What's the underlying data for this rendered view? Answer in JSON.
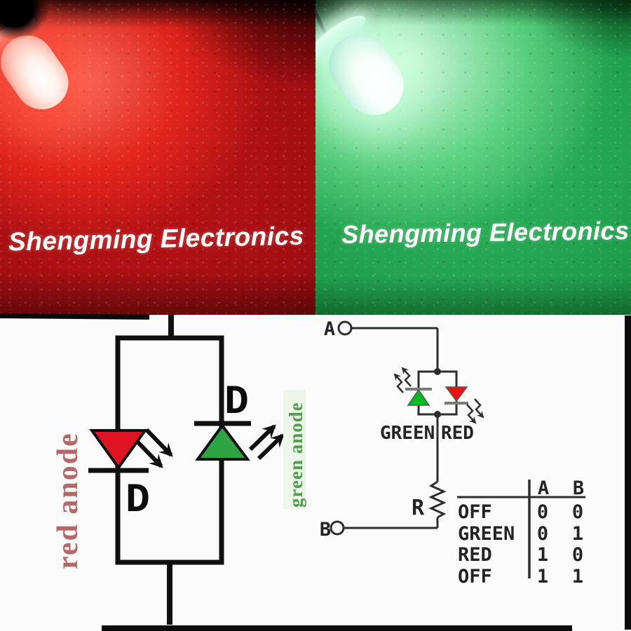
{
  "photos": {
    "red": {
      "watermark": "Shengming Electronics"
    },
    "green": {
      "watermark": "Shengming Electronics"
    }
  },
  "left_diagram": {
    "red_anode_label": "red anode",
    "green_anode_label": "green anode",
    "red_d_label": "D",
    "green_d_label": "D"
  },
  "right_circuit": {
    "terminal_a_label": "A",
    "terminal_b_label": "B",
    "resistor_label": "R",
    "green_led_label": "GREEN",
    "red_led_label": "RED"
  },
  "truth_table": {
    "columns": [
      "A",
      "B"
    ],
    "rows": [
      {
        "state": "OFF",
        "a": "0",
        "b": "0"
      },
      {
        "state": "GREEN",
        "a": "0",
        "b": "1"
      },
      {
        "state": "RED",
        "a": "1",
        "b": "0"
      },
      {
        "state": "OFF",
        "a": "1",
        "b": "1"
      }
    ]
  },
  "colors": {
    "red_led_symbol": "#de1423",
    "green_led_symbol": "#2ea344",
    "circuit_red_led": "#ee1111",
    "circuit_green_led": "#00bb22",
    "red_anode_text": "#b56868",
    "green_anode_text": "#4f9f4f"
  }
}
